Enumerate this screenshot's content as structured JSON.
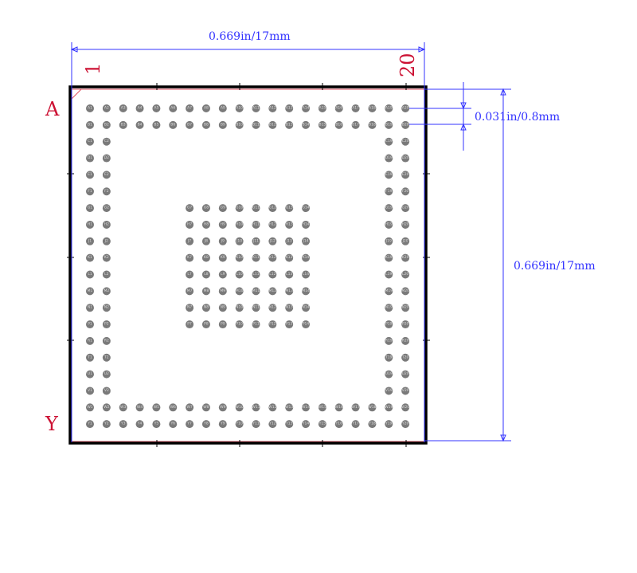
{
  "dimensions": {
    "width_label": "0.669in/17mm",
    "height_label": "0.669in/17mm",
    "pitch_label": "0.031in/0.8mm"
  },
  "corner_labels": {
    "col_first": "1",
    "col_last": "20",
    "row_first": "A",
    "row_last": "Y"
  },
  "grid": {
    "rows": [
      "A",
      "B",
      "C",
      "D",
      "E",
      "F",
      "G",
      "H",
      "J",
      "K",
      "L",
      "M",
      "N",
      "P",
      "R",
      "T",
      "U",
      "V",
      "W",
      "Y"
    ],
    "columns": [
      1,
      2,
      3,
      4,
      5,
      6,
      7,
      8,
      9,
      10,
      11,
      12,
      13,
      14,
      15,
      16,
      17,
      18,
      19,
      20
    ],
    "perimeter_rows": [
      "A",
      "B",
      "W",
      "Y"
    ],
    "perimeter_columns": [
      1,
      2,
      19,
      20
    ],
    "center_rows": [
      "G",
      "H",
      "J",
      "K",
      "L",
      "M",
      "N",
      "P"
    ],
    "center_columns": [
      7,
      8,
      9,
      10,
      11,
      12,
      13,
      14
    ]
  },
  "colors": {
    "dimension": "#3333ff",
    "outline": "#000000",
    "silkscreen": "#e05060",
    "label": "#cc1133",
    "ball": "#7a7a7a"
  }
}
